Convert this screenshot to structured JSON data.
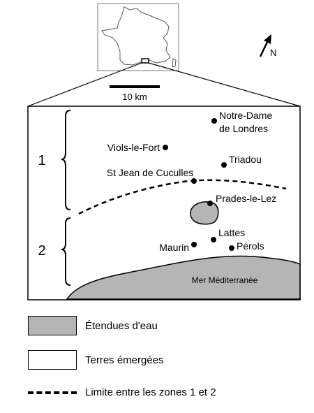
{
  "inset": {
    "scale_label": "10 km",
    "north_label": "N"
  },
  "zones": {
    "zone1": "1",
    "zone2": "2"
  },
  "places": [
    {
      "name": "Notre-Dame",
      "name2": "de Londres"
    },
    {
      "name": "Viols-le-Fort"
    },
    {
      "name": "Triadou"
    },
    {
      "name": "St Jean de Cuculles"
    },
    {
      "name": "Prades-le-Lez"
    },
    {
      "name": "Lattes"
    },
    {
      "name": "Maurin"
    },
    {
      "name": "Pérols"
    }
  ],
  "sea_label": "Mer Méditerranée",
  "legend": {
    "water": "Étendues d'eau",
    "land": "Terres émergées",
    "boundary": "Limite entre les zones 1 et 2"
  },
  "colors": {
    "water": "#b5b5b5",
    "land": "#ffffff"
  }
}
